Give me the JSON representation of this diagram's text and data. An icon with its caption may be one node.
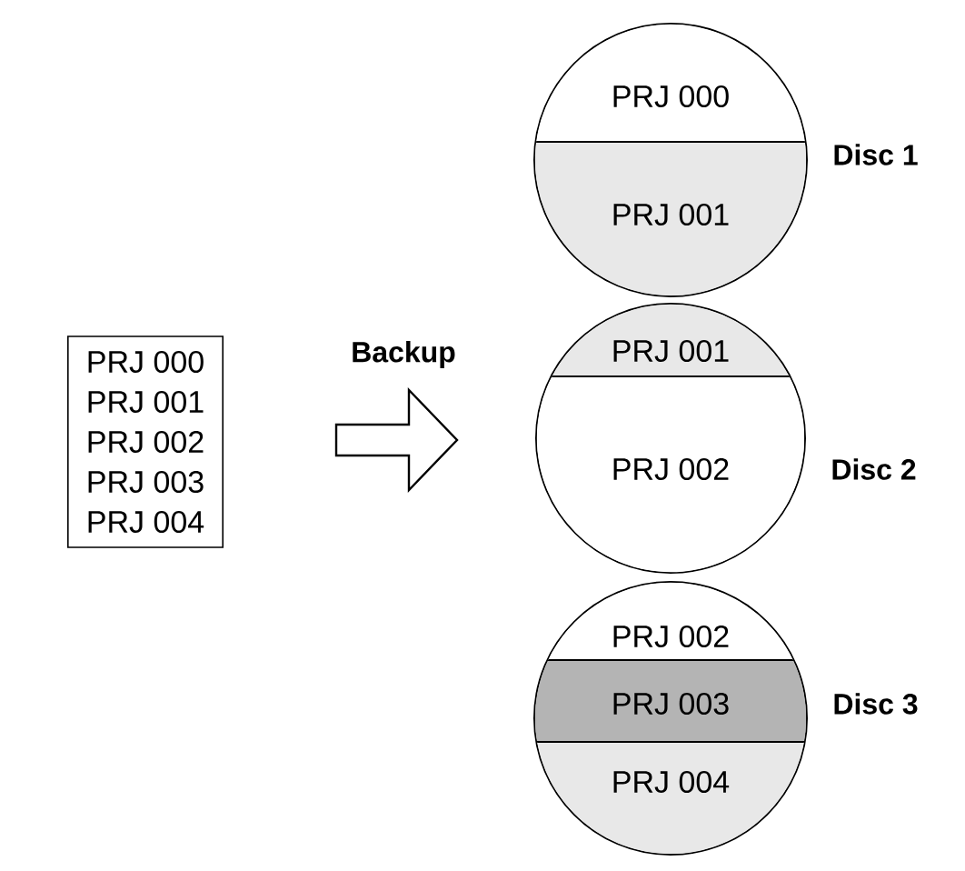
{
  "diagram": {
    "nodes": [
      {
        "text": [
          "PRJ 000",
          "PRJ 001",
          "PRJ 002",
          "PRJ 003",
          "PRJ 004"
        ]
      },
      {
        "text": [],
        "shape": "circle",
        "beside": [
          "Disc 1"
        ]
      },
      {
        "text": [
          "PRJ 000"
        ],
        "in": 1
      },
      {
        "text": [
          "PRJ 001"
        ],
        "in": 1
      },
      {
        "text": [],
        "shape": "circle",
        "beside": [
          "Disc 2"
        ]
      },
      {
        "text": [
          "PRJ 001"
        ],
        "in": 4
      },
      {
        "text": [
          "PRJ 002"
        ],
        "in": 4
      },
      {
        "text": [],
        "shape": "circle",
        "beside": [
          "Disc 3"
        ]
      },
      {
        "text": [
          "PRJ 002"
        ],
        "in": 7
      },
      {
        "text": [
          "PRJ 003"
        ],
        "in": 7
      },
      {
        "text": [
          "PRJ 004"
        ],
        "in": 7
      }
    ],
    "edges": [
      {
        "from": 0,
        "to": 4,
        "arrow": "to",
        "label": "Backup"
      }
    ]
  }
}
